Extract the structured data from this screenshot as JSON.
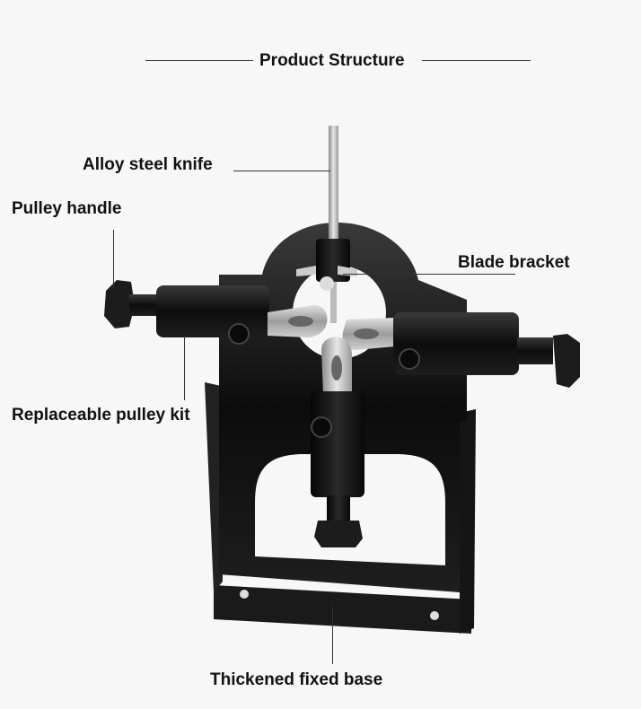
{
  "title": "Product Structure",
  "labels": {
    "knife": "Alloy steel knife",
    "handle": "Pulley handle",
    "bracket": "Blade bracket",
    "pulley_kit": "Replaceable pulley kit",
    "base": "Thickened fixed base"
  },
  "colors": {
    "background": "#f7f7f7",
    "metal_black": "#111111",
    "metal_silver": "#c8c8c8",
    "text": "#111111"
  }
}
